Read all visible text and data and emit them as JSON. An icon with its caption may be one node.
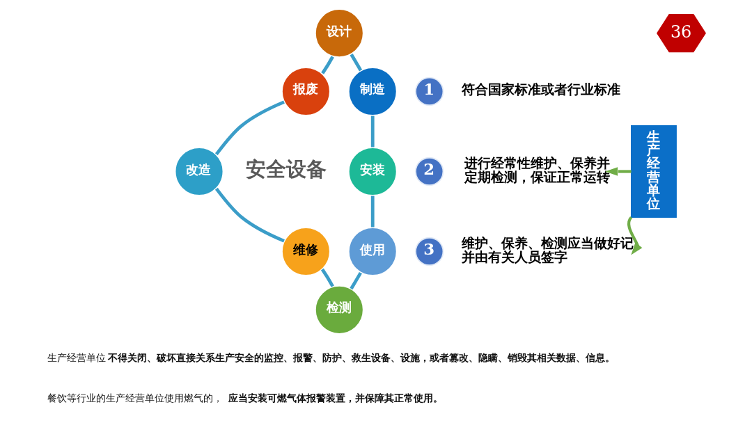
{
  "diagram": {
    "nodes": [
      {
        "text": [
          "36"
        ]
      },
      {
        "text": [
          "设计"
        ]
      },
      {
        "text": [
          "制造"
        ]
      },
      {
        "text": [
          "安装"
        ]
      },
      {
        "text": [
          "使用"
        ]
      },
      {
        "text": [
          "检测"
        ]
      },
      {
        "text": [
          "维修"
        ]
      },
      {
        "text": [
          "改造"
        ]
      },
      {
        "text": [
          "报废"
        ]
      },
      {
        "text": [
          "1"
        ],
        "beside": [
          "符合国家标准或者行业标准"
        ]
      },
      {
        "text": [
          "2"
        ]
      },
      {
        "text": [
          "进行经常性维护、保养并定期检测，保证正常运转"
        ]
      },
      {
        "text": [
          "3"
        ]
      },
      {
        "text": [
          "维护、保养、检测应当做好记并由有关人员签字"
        ]
      },
      {
        "text": [
          "生产经营单位"
        ]
      }
    ],
    "edges": [
      {
        "from": 1,
        "to": 2,
        "arrow": "none"
      },
      {
        "from": 2,
        "to": 3,
        "arrow": "none"
      },
      {
        "from": 3,
        "to": 4,
        "arrow": "none"
      },
      {
        "from": 4,
        "to": 5,
        "arrow": "none"
      },
      {
        "from": 5,
        "to": 6,
        "arrow": "none"
      },
      {
        "from": 6,
        "to": 7,
        "arrow": "none"
      },
      {
        "from": 7,
        "to": 8,
        "arrow": "none"
      },
      {
        "from": 8,
        "to": 1,
        "arrow": "none"
      },
      {
        "from": 14,
        "to": 11,
        "arrow": "to",
        "color": "#70ad47"
      },
      {
        "from": 14,
        "to": 13,
        "arrow": "to",
        "color": "#70ad47"
      }
    ],
    "labels": [
      "安全设备",
      "生产经营单位**不得关闭、破坏直接关系生产安全的监控、报警、防护、救生设备、设施，或者篡改、隐瞒、销毁其相关数据、信息。**",
      "餐饮等行业的生产经营单位使用燃气的，**应当安装可燃气体报警装置，并保障其正常使用。**"
    ]
  }
}
